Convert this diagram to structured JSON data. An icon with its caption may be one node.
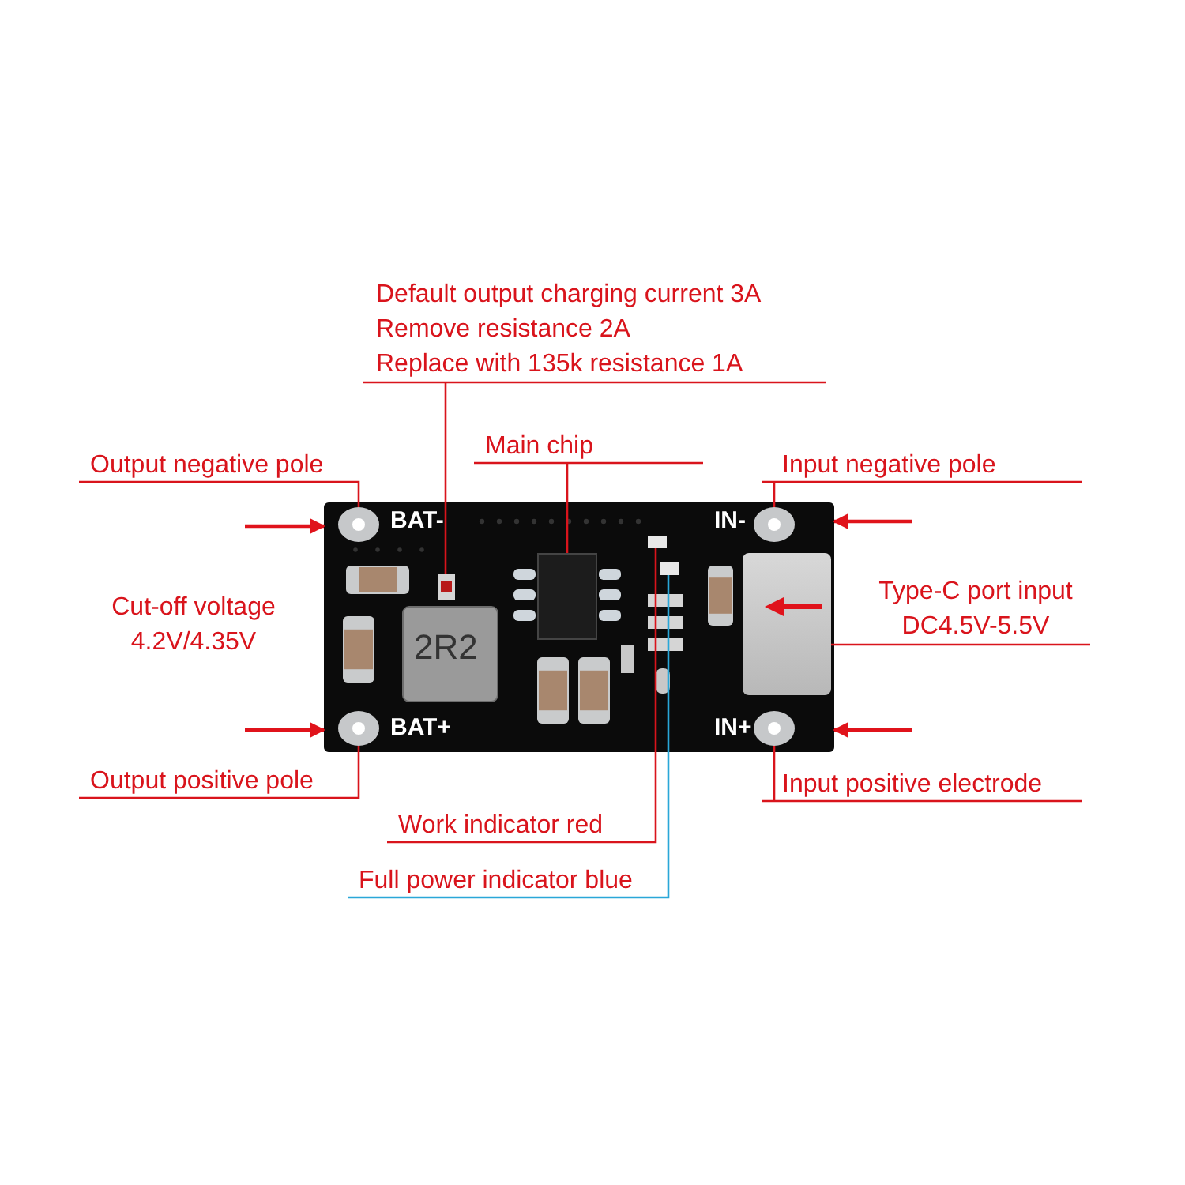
{
  "diagram": {
    "nodes": [
      {
        "text": [],
        "shape": "picture"
      },
      {
        "text": [
          "Default output charging current 3A",
          "Remove resistance 2A",
          "Replace with 135k resistance 1A"
        ]
      },
      {
        "text": [
          "Main chip"
        ]
      },
      {
        "text": [
          "Output negative pole"
        ]
      },
      {
        "text": [
          "Input negative pole"
        ]
      },
      {
        "text": [
          "Type-C port input DC4.5V-5.5V"
        ]
      },
      {
        "text": [
          "Output positive pole"
        ]
      },
      {
        "text": [
          "Input positive electrode"
        ]
      },
      {
        "text": [
          "Work indicator red"
        ]
      },
      {
        "text": [
          "Full power indicator blue"
        ]
      },
      {
        "text": [],
        "shape": "box",
        "in": 0
      },
      {
        "text": [],
        "shape": "box",
        "in": 0
      },
      {
        "text": [],
        "shape": "circle",
        "in": 0
      },
      {
        "text": [],
        "shape": "circle",
        "in": 0
      },
      {
        "text": [],
        "shape": "picture",
        "in": 0
      },
      {
        "text": [],
        "shape": "circle",
        "in": 0
      },
      {
        "text": [],
        "shape": "circle",
        "in": 0
      },
      {
        "text": [],
        "shape": "box",
        "in": 0
      },
      {
        "text": [],
        "shape": "box",
        "in": 0
      }
    ],
    "edges": [
      {
        "from": 1,
        "to": 10,
        "arrow": "none"
      },
      {
        "from": 2,
        "to": 11,
        "arrow": "none"
      },
      {
        "from": 3,
        "to": 12,
        "arrow": "none"
      },
      {
        "from": 4,
        "to": 13,
        "arrow": "none"
      },
      {
        "from": 5,
        "to": 14,
        "arrow": "none"
      },
      {
        "from": 6,
        "to": 15,
        "arrow": "none"
      },
      {
        "from": 7,
        "to": 16,
        "arrow": "none"
      },
      {
        "from": 8,
        "to": 17,
        "arrow": "none"
      },
      {
        "from": 9,
        "to": 18,
        "arrow": "none",
        "color": "#2aa7d8"
      },
      {
        "from": null,
        "to": 0,
        "arrow": "to"
      },
      {
        "from": null,
        "to": 0,
        "arrow": "to"
      },
      {
        "from": null,
        "to": 0,
        "arrow": "to"
      },
      {
        "from": null,
        "to": 0,
        "arrow": "to"
      }
    ],
    "labels": [
      "BAT-",
      "IN-",
      "Cut-off voltage 4.2V/4.35V",
      "2R2",
      "BAT+",
      "IN+"
    ]
  }
}
